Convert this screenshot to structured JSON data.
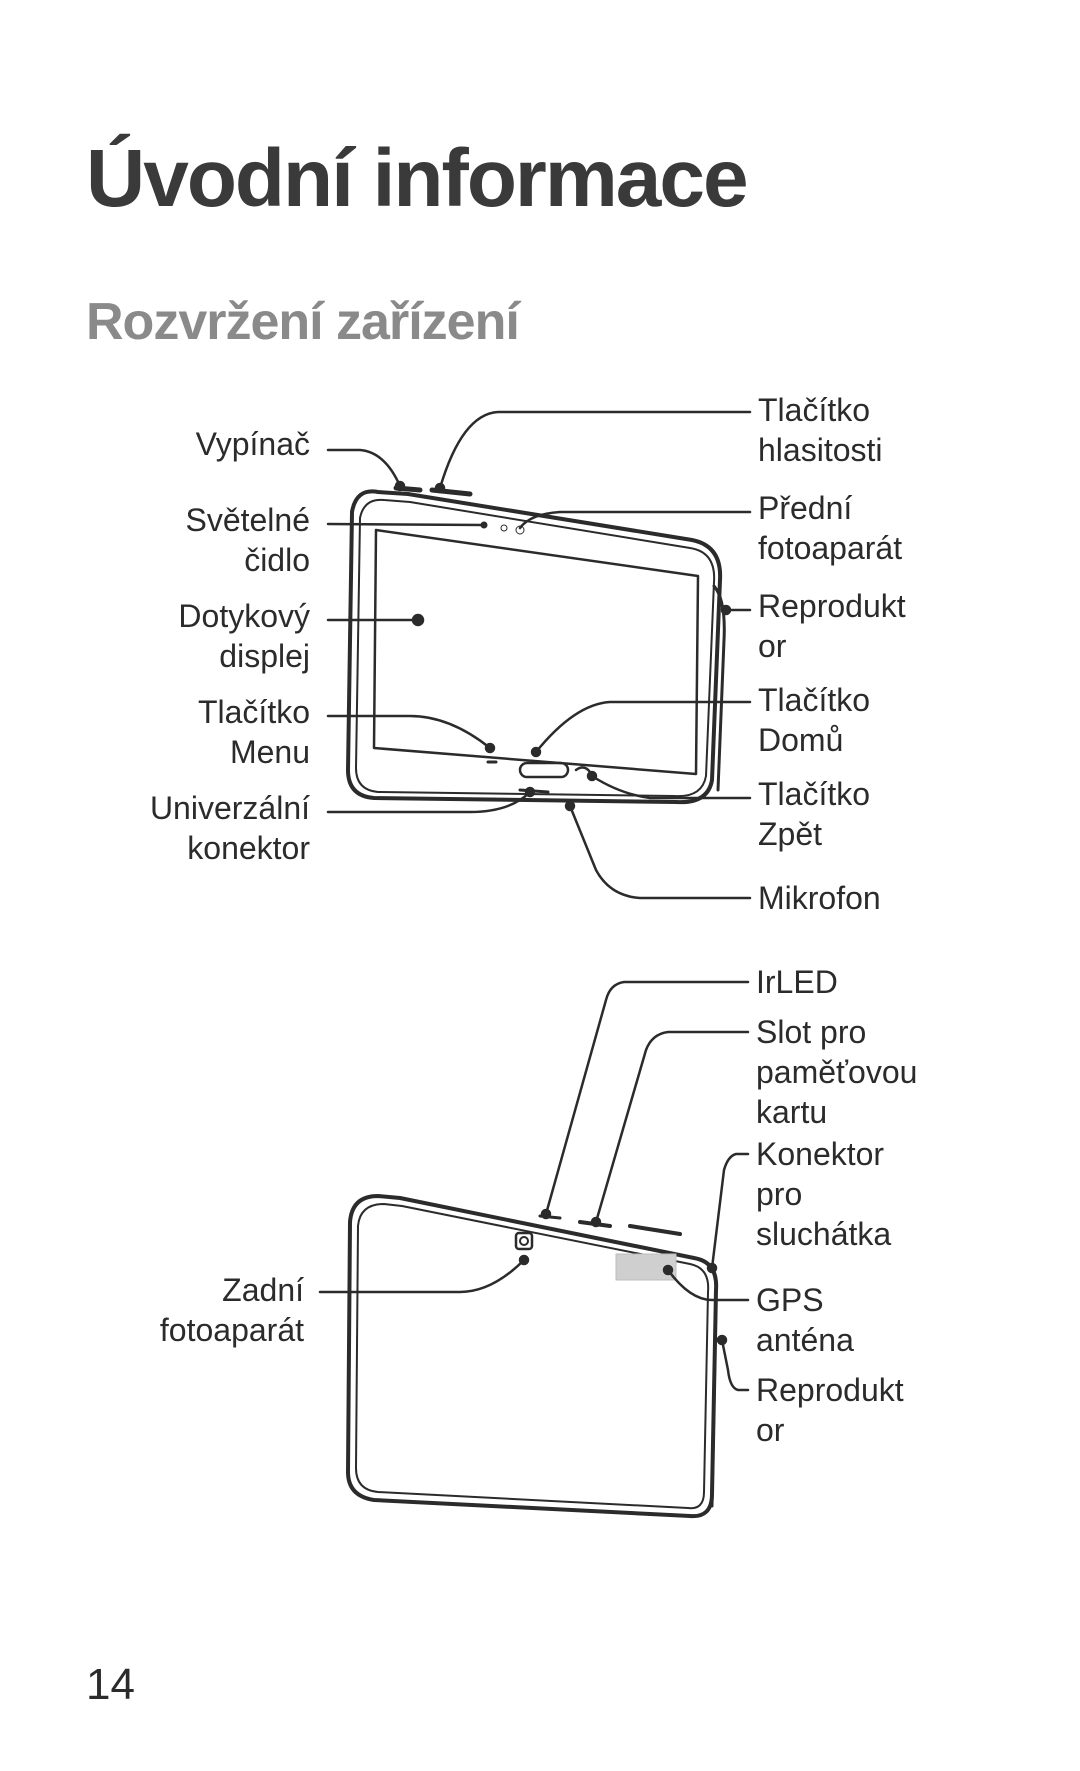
{
  "page": {
    "title": "Úvodní informace",
    "section": "Rozvržení zařízení",
    "page_number": "14"
  },
  "front_labels_left": [
    {
      "lines": [
        "Vypínač"
      ]
    },
    {
      "lines": [
        "Světelné",
        "čidlo"
      ]
    },
    {
      "lines": [
        "Dotykový",
        "displej"
      ]
    },
    {
      "lines": [
        "Tlačítko",
        "Menu"
      ]
    },
    {
      "lines": [
        "Univerzální",
        "konektor"
      ]
    }
  ],
  "front_labels_right": [
    {
      "lines": [
        "Tlačítko",
        "hlasitosti"
      ]
    },
    {
      "lines": [
        "Přední",
        "fotoaparát"
      ]
    },
    {
      "lines": [
        "Reprodukt",
        "or"
      ]
    },
    {
      "lines": [
        "Tlačítko",
        "Domů"
      ]
    },
    {
      "lines": [
        "Tlačítko",
        "Zpět"
      ]
    },
    {
      "lines": [
        "Mikrofon"
      ]
    }
  ],
  "back_labels_left": [
    {
      "lines": [
        "Zadní",
        "fotoaparát"
      ]
    }
  ],
  "back_labels_right": [
    {
      "lines": [
        "IrLED"
      ]
    },
    {
      "lines": [
        "Slot pro",
        "paměťovou",
        "kartu"
      ]
    },
    {
      "lines": [
        "Konektor",
        "pro",
        "sluchátka"
      ]
    },
    {
      "lines": [
        "GPS",
        "anténa"
      ]
    },
    {
      "lines": [
        "Reprodukt",
        "or"
      ]
    }
  ]
}
